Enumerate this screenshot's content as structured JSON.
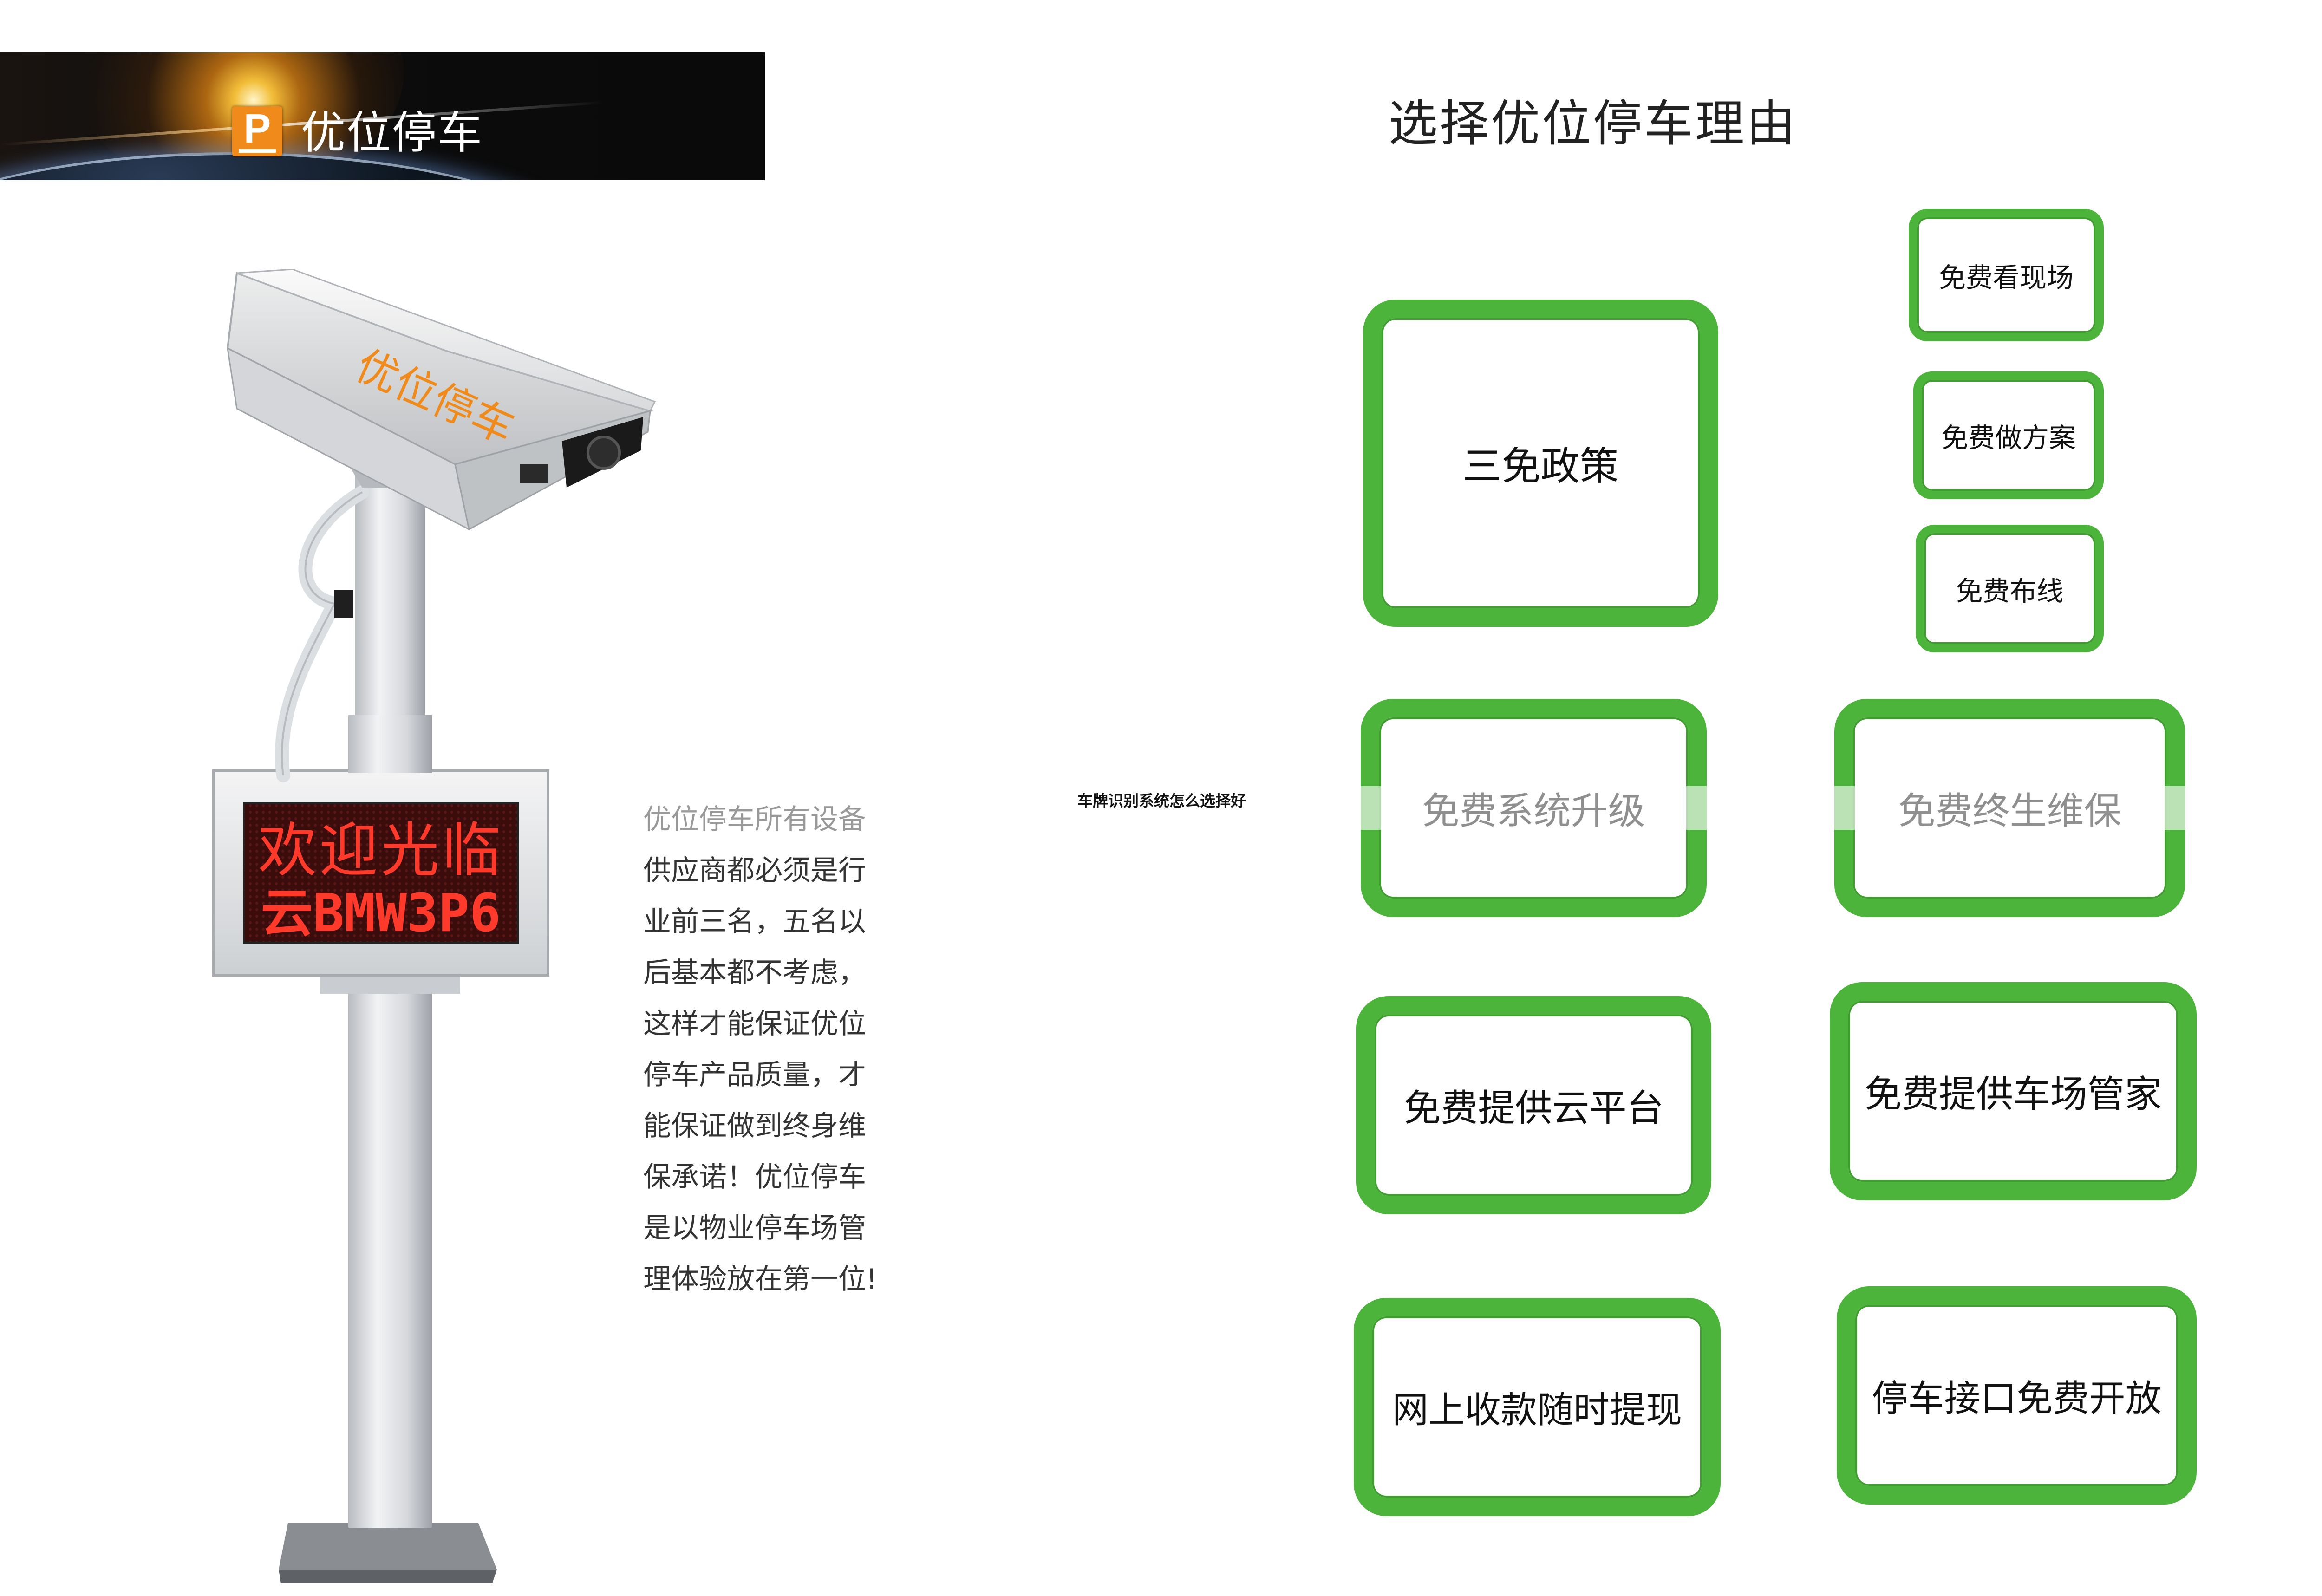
{
  "header": {
    "logo_letter": "P",
    "brand_name": "优位停车"
  },
  "title": "选择优位停车理由",
  "device": {
    "camera_label": "优位停车",
    "led_line1": "欢迎光临",
    "led_line2": "云BMW3P6"
  },
  "description": {
    "lines": [
      "优位停车所有设备",
      "供应商都必须是行",
      "业前三名，五名以",
      "后基本都不考虑，",
      "这样才能保证优位",
      "停车产品质量，才",
      "能保证做到终身维",
      "保承诺！优位停车",
      "是以物业停车场管",
      "理体验放在第一位!"
    ]
  },
  "middle_heading": "车牌识别系统怎么选择好",
  "colors": {
    "green": "#4cb43a",
    "orange": "#f08a1a",
    "led_red": "#ff3a2a"
  },
  "cards": [
    {
      "label": "三免政策"
    },
    {
      "label": "免费看现场"
    },
    {
      "label": "免费做方案"
    },
    {
      "label": "免费布线"
    },
    {
      "label": "免费系统升级"
    },
    {
      "label": "免费终生维保"
    },
    {
      "label": "免费提供云平台"
    },
    {
      "label": "免费提供车场管家"
    },
    {
      "label": "网上收款随时提现"
    },
    {
      "label": "停车接口免费开放"
    }
  ]
}
